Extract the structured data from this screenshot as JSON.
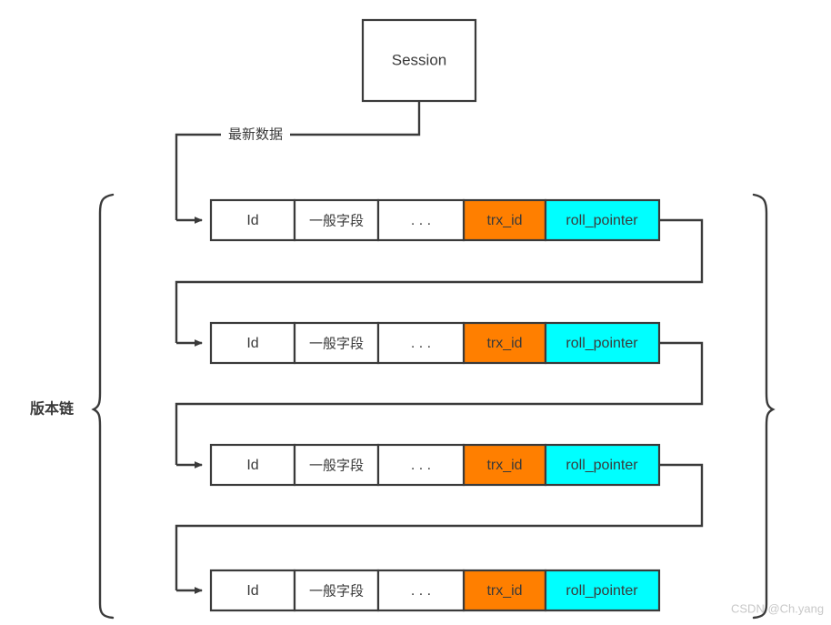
{
  "diagram": {
    "title_node": {
      "label": "Session"
    },
    "edge_labels": {
      "latest_data": "最新数据"
    },
    "brace_label": "版本链",
    "columns": [
      "Id",
      "一般字段",
      ". . .",
      "trx_id",
      "roll_pointer"
    ],
    "rows": [
      {
        "id": "Id",
        "general_field": "一般字段",
        "ellipsis": ". . .",
        "trx_id": "trx_id",
        "roll_pointer": "roll_pointer"
      },
      {
        "id": "Id",
        "general_field": "一般字段",
        "ellipsis": ". . .",
        "trx_id": "trx_id",
        "roll_pointer": "roll_pointer"
      },
      {
        "id": "Id",
        "general_field": "一般字段",
        "ellipsis": ". . .",
        "trx_id": "trx_id",
        "roll_pointer": "roll_pointer"
      },
      {
        "id": "Id",
        "general_field": "一般字段",
        "ellipsis": ". . .",
        "trx_id": "trx_id",
        "roll_pointer": "roll_pointer"
      }
    ],
    "colors": {
      "trx_id_fill": "#FF7F00",
      "roll_pointer_fill": "#00FFFF",
      "stroke": "#3a3a3a",
      "cell_fill": "#ffffff",
      "background": "#ffffff",
      "watermark": "#c8c8c8"
    }
  },
  "watermark": {
    "text": "CSDN @Ch.yang"
  }
}
